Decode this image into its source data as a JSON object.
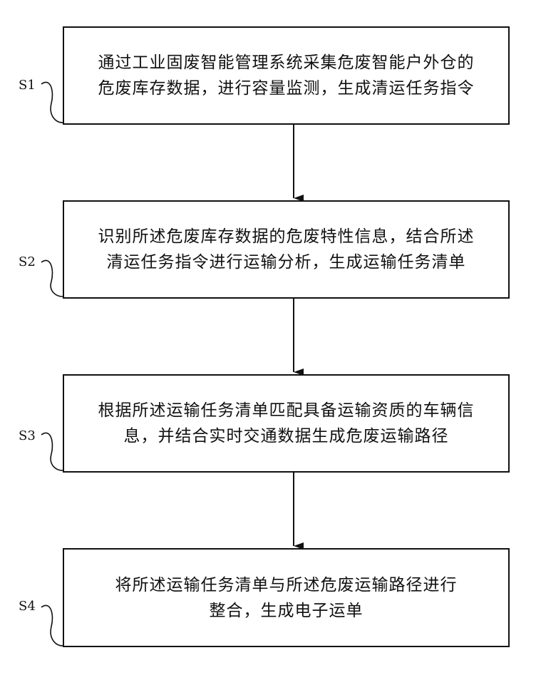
{
  "steps": [
    {
      "label": "S1",
      "line1": "通过工业固废智能管理系统采集危废智能户外仓的",
      "line2": "危废库存数据，进行容量监测，生成清运任务指令"
    },
    {
      "label": "S2",
      "line1": "识别所述危废库存数据的危废特性信息，结合所述",
      "line2": "清运任务指令进行运输分析，生成运输任务清单"
    },
    {
      "label": "S3",
      "line1": "根据所述运输任务清单匹配具备运输资质的车辆信",
      "line2": "息，并结合实时交通数据生成危废运输路径"
    },
    {
      "label": "S4",
      "line1": "将所述运输任务清单与所述危废运输路径进行",
      "line2": "整合，生成电子运单"
    }
  ]
}
